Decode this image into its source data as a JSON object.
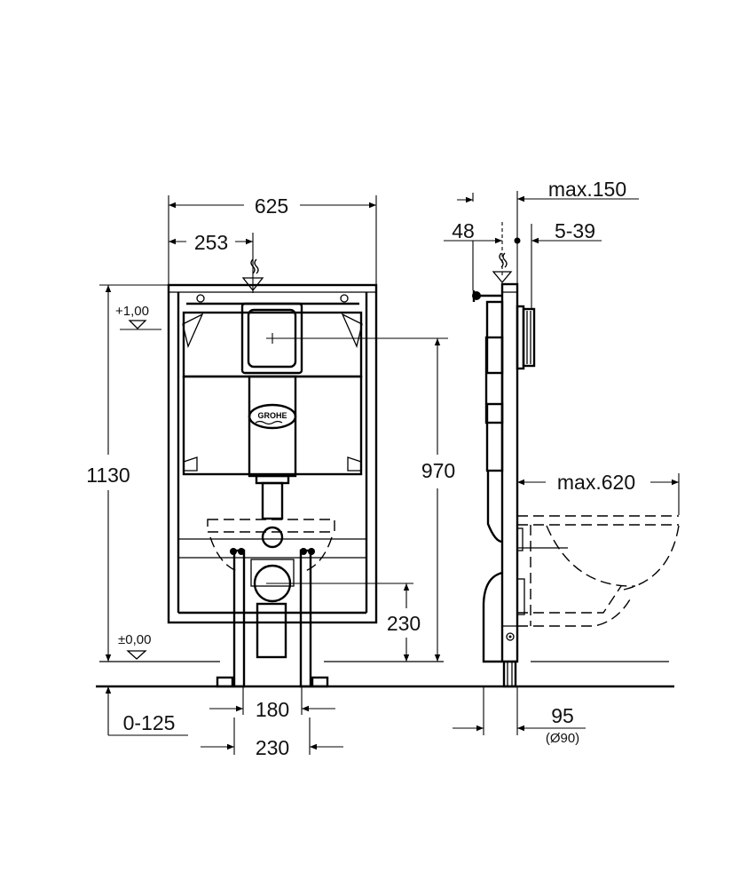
{
  "brand": "GROHE",
  "front_view": {
    "width_total": "625",
    "offset_left": "253",
    "height_total": "1130",
    "level_top": "+1,00",
    "level_zero": "±0,00",
    "flush_height": "970",
    "drain_height": "230",
    "leg_inner": "180",
    "leg_outer": "230",
    "floor_adjust": "0-125"
  },
  "side_view": {
    "max_depth": "max.150",
    "offset": "48",
    "wall_range": "5-39",
    "bowl_projection": "max.620",
    "pipe_width": "95",
    "pipe_diameter": "(Ø90)"
  }
}
